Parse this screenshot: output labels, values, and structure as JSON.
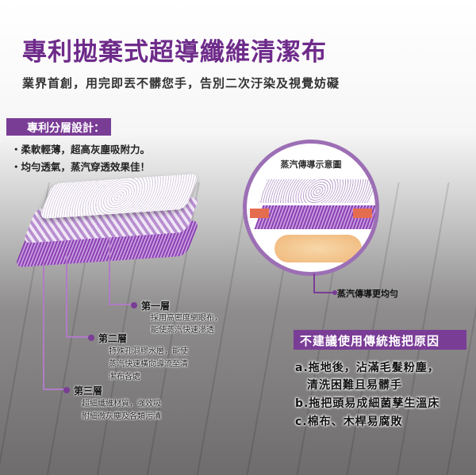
{
  "title": "專利拋棄式超導纖維清潔布",
  "subtitle": "業界首創，用完即丟不髒您手，告別二次汙染及視覺妨礙",
  "design": {
    "tag": "專利分層設計：",
    "features": [
      "・柔軟輕薄，超高灰塵吸附力。",
      "・均勻透氣，蒸汽穿透效果佳！"
    ]
  },
  "layers": [
    {
      "name": "第一層",
      "desc": [
        "採用高密度網眼布，",
        "能使蒸汽快速滲透"
      ]
    },
    {
      "name": "第二層",
      "desc": [
        "特殊孔洞膠水層，能使",
        "蒸汽快速橫向導流至清",
        "潔布各處"
      ]
    },
    {
      "name": "第三層",
      "desc": [
        "超細纖維材質，強效吸",
        "附細微灰塵及各類污漬"
      ]
    }
  ],
  "diagram": {
    "title": "蒸汽傳導示意圖",
    "note": "蒸汽傳導更均勻"
  },
  "reasons": {
    "title": "不建議使用傳統拖把原因",
    "items": [
      "a.拖地後，沾滿毛髮粉塵，",
      "　清洗困難且易髒手",
      "b.拖把頭易成細菌孳生溫床",
      "c.棉布、木桿易腐敗"
    ]
  },
  "colors": {
    "brand": "#7a3d96",
    "title": "#6e2b8a"
  }
}
